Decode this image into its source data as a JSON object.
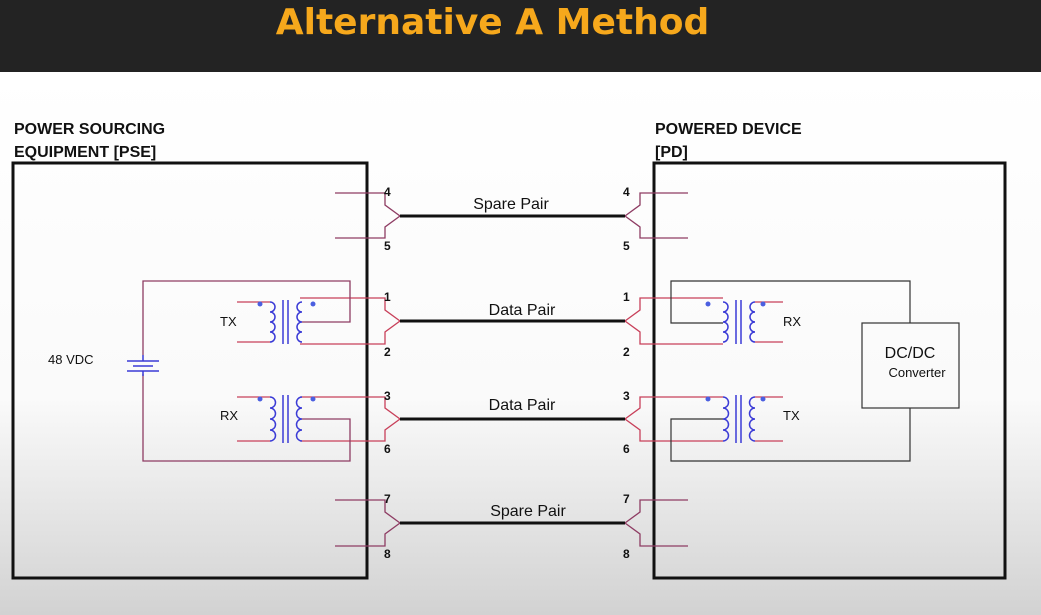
{
  "title": "Alternative A Method",
  "pse": {
    "line1": "POWER SOURCING",
    "line2": "EQUIPMENT [PSE]"
  },
  "pd": {
    "line1": "POWERED DEVICE",
    "line2": "[PD]"
  },
  "pairs": [
    {
      "label": "Spare Pair",
      "pin_top": "4",
      "pin_bottom": "5"
    },
    {
      "label": "Data Pair",
      "pin_top": "1",
      "pin_bottom": "2"
    },
    {
      "label": "Data Pair",
      "pin_top": "3",
      "pin_bottom": "6"
    },
    {
      "label": "Spare Pair",
      "pin_top": "7",
      "pin_bottom": "8"
    }
  ],
  "pse_labels": {
    "tx": "TX",
    "rx": "RX",
    "voltage": "48 VDC"
  },
  "pd_labels": {
    "rx": "RX",
    "tx": "TX",
    "converter_line1": "DC/DC",
    "converter_line2": "Converter"
  },
  "colors": {
    "header_bg": "#232323",
    "title": "#f6a81c",
    "spare_wire": "#8e3c63",
    "data_wire": "#c8405a",
    "coil": "#3b3bd6"
  }
}
